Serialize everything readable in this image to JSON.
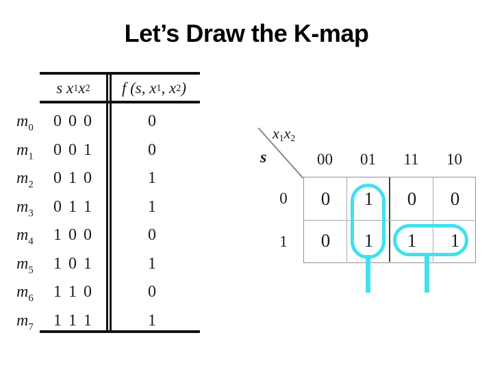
{
  "slide": {
    "title": "Let’s Draw the K-map"
  },
  "colors": {
    "accent": "#42e0ec",
    "ink": "#1a1a1a",
    "grid": "#8f8f8f",
    "grid_light": "#aaaaaa",
    "grid_dark": "#3f3f3f"
  },
  "truth_table": {
    "header": {
      "inputs": {
        "a": "s x",
        "b": "1",
        "c": " x",
        "d": "2"
      },
      "output": {
        "a": "f (s, x",
        "b": "1",
        "c": ", x",
        "d": "2",
        "e": ")"
      }
    },
    "rows": [
      {
        "m": "m",
        "sub": "0",
        "bits": "0 0 0",
        "f": "0"
      },
      {
        "m": "m",
        "sub": "1",
        "bits": "0 0 1",
        "f": "0"
      },
      {
        "m": "m",
        "sub": "2",
        "bits": "0 1 0",
        "f": "1"
      },
      {
        "m": "m",
        "sub": "3",
        "bits": "0 1 1",
        "f": "1"
      },
      {
        "m": "m",
        "sub": "4",
        "bits": "1 0 0",
        "f": "0"
      },
      {
        "m": "m",
        "sub": "5",
        "bits": "1 0 1",
        "f": "1"
      },
      {
        "m": "m",
        "sub": "6",
        "bits": "1 1 0",
        "f": "0"
      },
      {
        "m": "m",
        "sub": "7",
        "bits": "1 1 1",
        "f": "1"
      }
    ]
  },
  "kmap": {
    "corner": {
      "top": {
        "a": "x",
        "b": "1",
        "c": "x",
        "d": "2"
      },
      "left": "s"
    },
    "col_headers": [
      "00",
      "01",
      "11",
      "10"
    ],
    "row_headers": [
      "0",
      "1"
    ],
    "cells": [
      [
        "0",
        "1",
        "0",
        "0"
      ],
      [
        "0",
        "1",
        "1",
        "1"
      ]
    ],
    "groups": [
      {
        "covers": "column 01, rows 0 and 1"
      },
      {
        "covers": "row 1, columns 11 and 10"
      }
    ]
  }
}
